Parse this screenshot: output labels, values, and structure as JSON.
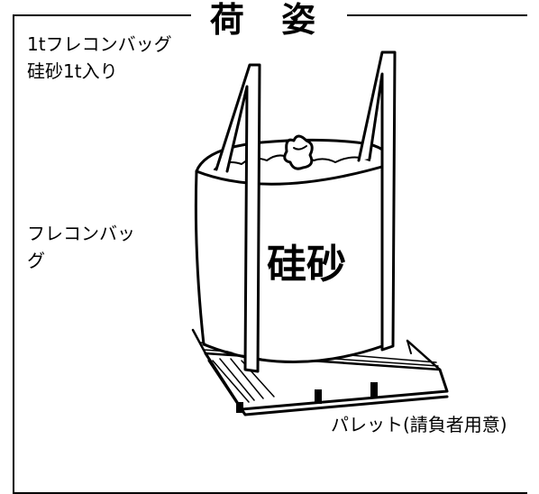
{
  "heading": "荷 姿",
  "description": {
    "line1": "1tフレコンバッグ",
    "line2": "硅砂1t入り"
  },
  "bag_label": {
    "line1": "フレコンバッ",
    "line2": "グ"
  },
  "bag_content": "硅砂",
  "pallet_label": "パレット(請負者用意)"
}
